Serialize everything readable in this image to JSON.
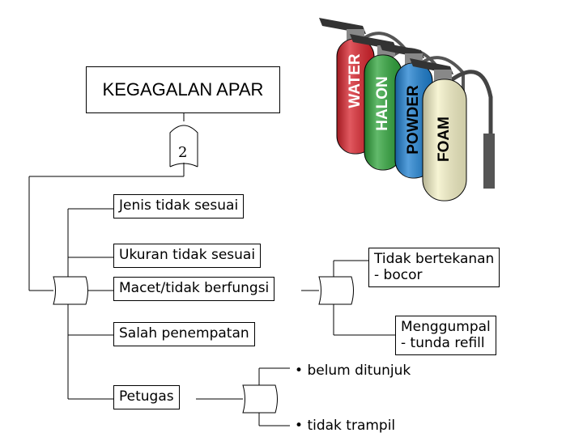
{
  "title": "KEGAGALAN APAR",
  "transfer_number": "2",
  "extinguishers": [
    {
      "label": "WATER",
      "color": "#d7222b"
    },
    {
      "label": "HALON",
      "color": "#2ea33a"
    },
    {
      "label": "POWDER",
      "color": "#1d7fd0"
    },
    {
      "label": "FOAM",
      "color": "#f4f1c6"
    }
  ],
  "causes": {
    "jenis": "Jenis tidak sesuai",
    "ukuran": "Ukuran tidak sesuai",
    "macet": "Macet/tidak berfungsi",
    "salah": "Salah penempatan",
    "petugas": "Petugas"
  },
  "macet_causes": {
    "tidak_bertekanan": "Tidak bertekanan\n- bocor",
    "menggumpal": "Menggumpal\n- tunda refill"
  },
  "petugas_causes": [
    "belum ditunjuk",
    "tidak trampil"
  ],
  "bullet_char": "•"
}
